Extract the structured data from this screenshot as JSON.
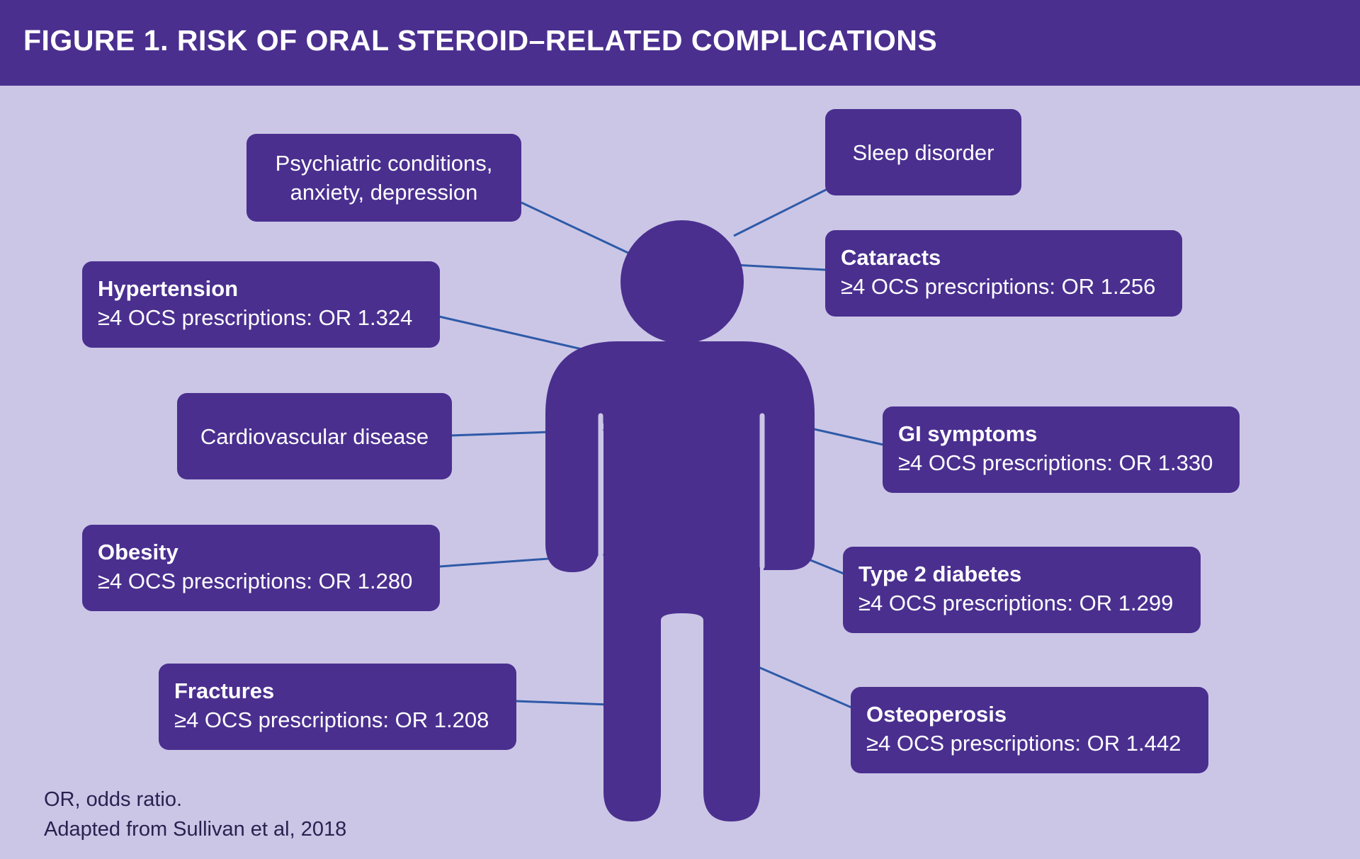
{
  "header": {
    "title": "FIGURE 1.  RISK OF ORAL STEROID–RELATED COMPLICATIONS"
  },
  "colors": {
    "brand": "#4a2f8f",
    "background": "#cbc6e6",
    "connector": "#2f5aa8",
    "text_on_brand": "#ffffff"
  },
  "complications": {
    "psychiatric": {
      "label_line1": "Psychiatric conditions,",
      "label_line2": "anxiety, depression"
    },
    "sleep": {
      "label": "Sleep disorder"
    },
    "cataracts": {
      "name": "Cataracts",
      "stat": "≥4 OCS prescriptions: OR 1.256"
    },
    "hypertension": {
      "name": "Hypertension",
      "stat": "≥4 OCS prescriptions: OR 1.324"
    },
    "cardiovascular": {
      "label": "Cardiovascular disease"
    },
    "gi": {
      "name": "GI symptoms",
      "stat": "≥4 OCS prescriptions: OR 1.330"
    },
    "obesity": {
      "name": "Obesity",
      "stat": "≥4 OCS prescriptions: OR 1.280"
    },
    "diabetes": {
      "name": "Type 2 diabetes",
      "stat": "≥4 OCS prescriptions: OR 1.299"
    },
    "fractures": {
      "name": "Fractures",
      "stat": "≥4 OCS prescriptions: OR 1.208"
    },
    "osteoporosis": {
      "name": "Osteoperosis",
      "stat": "≥4 OCS prescriptions: OR 1.442"
    }
  },
  "footnote": {
    "line1": "OR, odds ratio.",
    "line2": "Adapted from Sullivan et al, 2018"
  }
}
